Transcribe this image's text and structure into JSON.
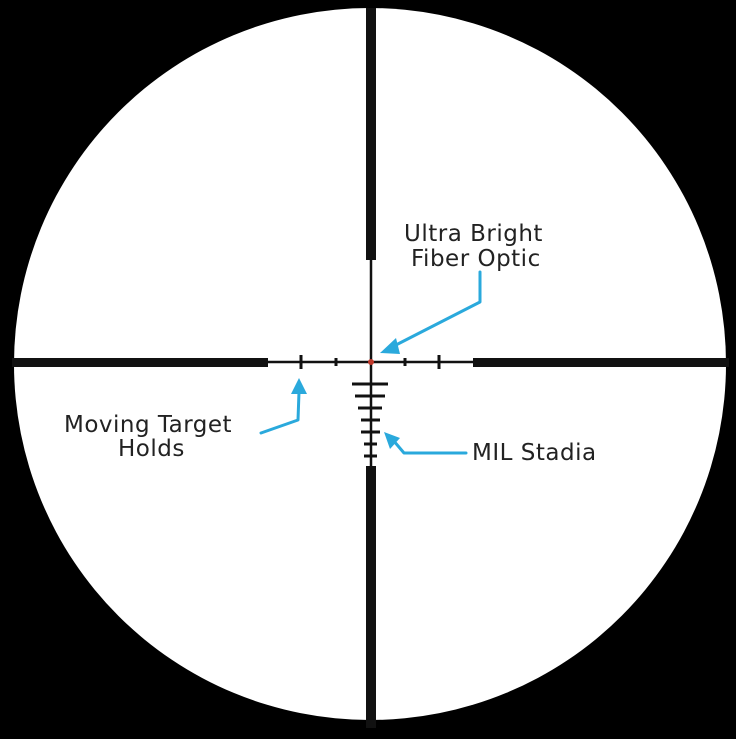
{
  "labels": {
    "fiber_optic_line1": "Ultra Bright",
    "fiber_optic_line2": "Fiber Optic",
    "moving_target_line1": "Moving Target",
    "moving_target_line2": "Holds",
    "mil_stadia": "MIL Stadia"
  },
  "colors": {
    "background": "#000000",
    "field_of_view": "#ffffff",
    "reticle": "#111111",
    "callout_arrow": "#2aa9dc",
    "center_dot": "#c0392b"
  }
}
